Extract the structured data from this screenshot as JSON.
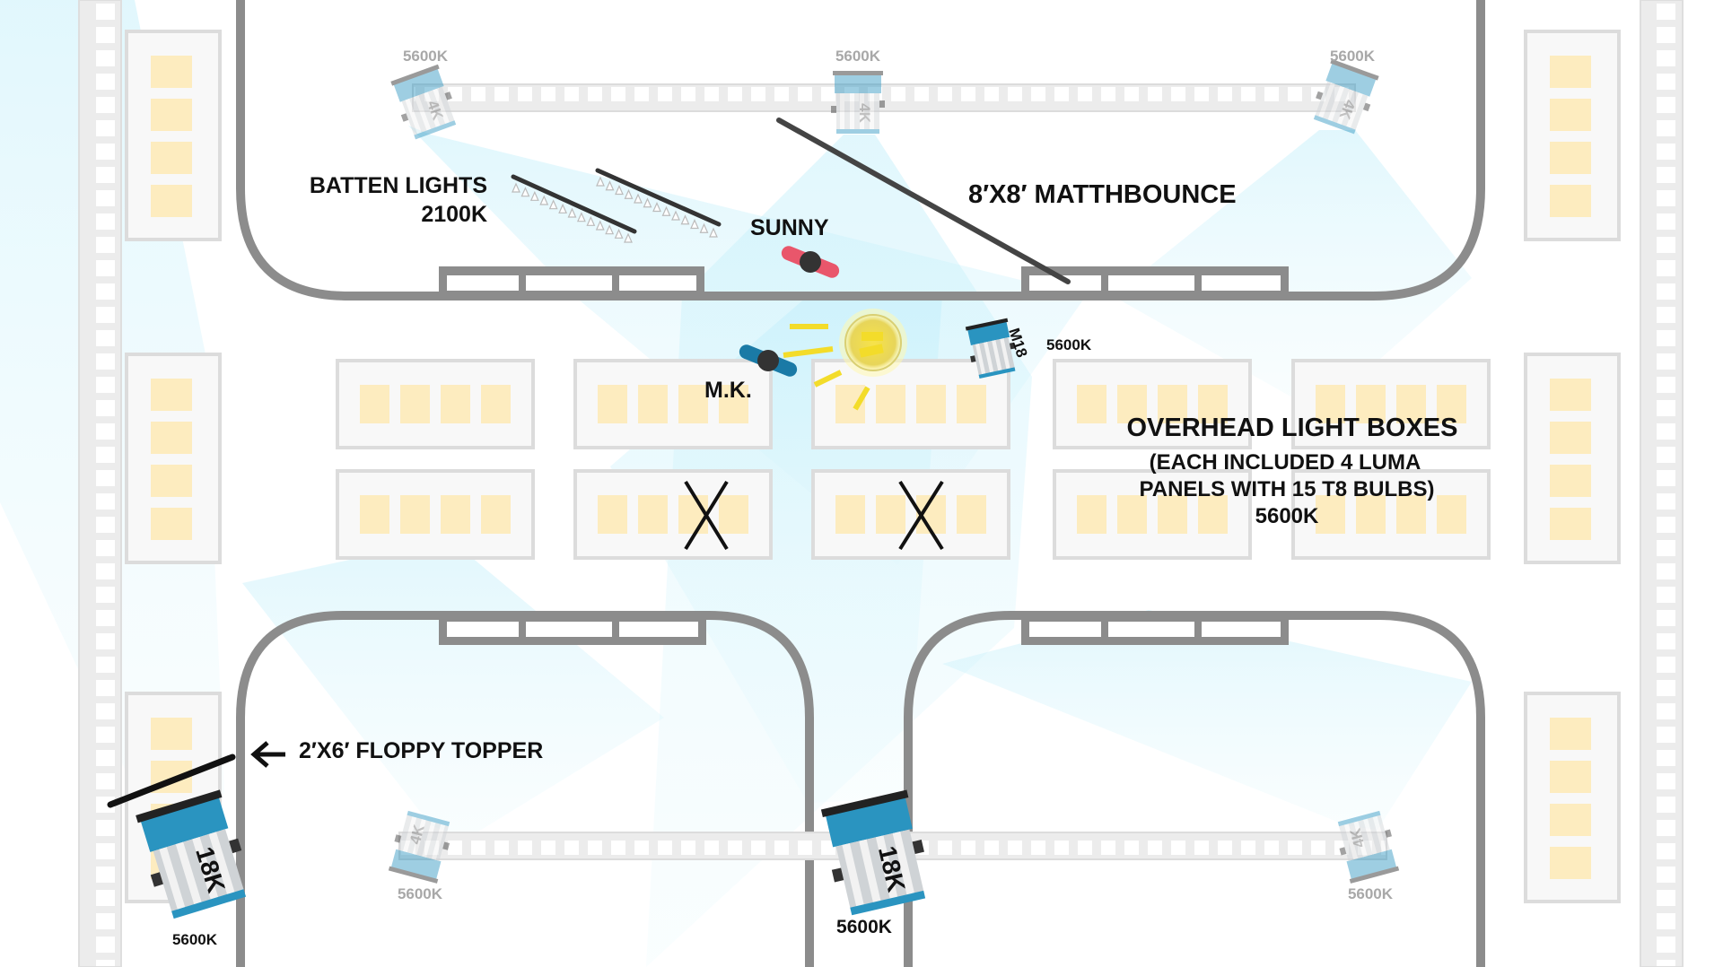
{
  "title": "Stage lighting plan",
  "colors": {
    "wall": "#8c8c8c",
    "truss": "#e4e4e4",
    "panel_fill": "#fdecbf",
    "box_border": "#dcdcdc",
    "beam": "#c9f1fb",
    "fixture_blue": "#2a94c0",
    "sunny": "#e9566b",
    "mk": "#1a7aa6",
    "sun": "#f3dc2a",
    "label": "#111111",
    "label_muted": "#a8a8a8"
  },
  "labels": {
    "batten_lights": "BATTEN LIGHTS",
    "batten_temp": "2100K",
    "matthbounce": "8′X8′ MATTHBOUNCE",
    "sunny": "SUNNY",
    "mk": "M.K.",
    "m18": "M18",
    "m18_temp": "5600K",
    "overhead_title": "OVERHEAD LIGHT BOXES",
    "overhead_line1": "(EACH INCLUDED 4 LUMA",
    "overhead_line2": "PANELS WITH 15 T8 BULBS)",
    "overhead_temp": "5600K",
    "floppy": "2′X6′ FLOPPY TOPPER",
    "floppy_arrow": "←"
  },
  "fixtures": [
    {
      "id": "4k-top-left",
      "type": "4K",
      "temp": "5600K",
      "muted": true
    },
    {
      "id": "4k-top-center",
      "type": "4K",
      "temp": "5600K",
      "muted": true
    },
    {
      "id": "4k-top-right",
      "type": "4K",
      "temp": "5600K",
      "muted": true
    },
    {
      "id": "4k-bottom-left",
      "type": "4K",
      "temp": "5600K",
      "muted": true
    },
    {
      "id": "4k-bottom-right",
      "type": "4K",
      "temp": "5600K",
      "muted": true
    },
    {
      "id": "18k-left",
      "type": "18K",
      "temp": "5600K",
      "muted": false
    },
    {
      "id": "18k-center",
      "type": "18K",
      "temp": "5600K",
      "muted": false
    },
    {
      "id": "m18",
      "type": "M18",
      "temp": "5600K",
      "muted": false
    }
  ],
  "overhead_boxes": {
    "rows": 2,
    "columns": 5,
    "panels_per_box": 4,
    "crossed_out": [
      [
        1,
        1
      ],
      [
        1,
        2
      ]
    ]
  },
  "side_boxes": {
    "left_count": 3,
    "right_count": 3,
    "panels_per_box": 4
  }
}
